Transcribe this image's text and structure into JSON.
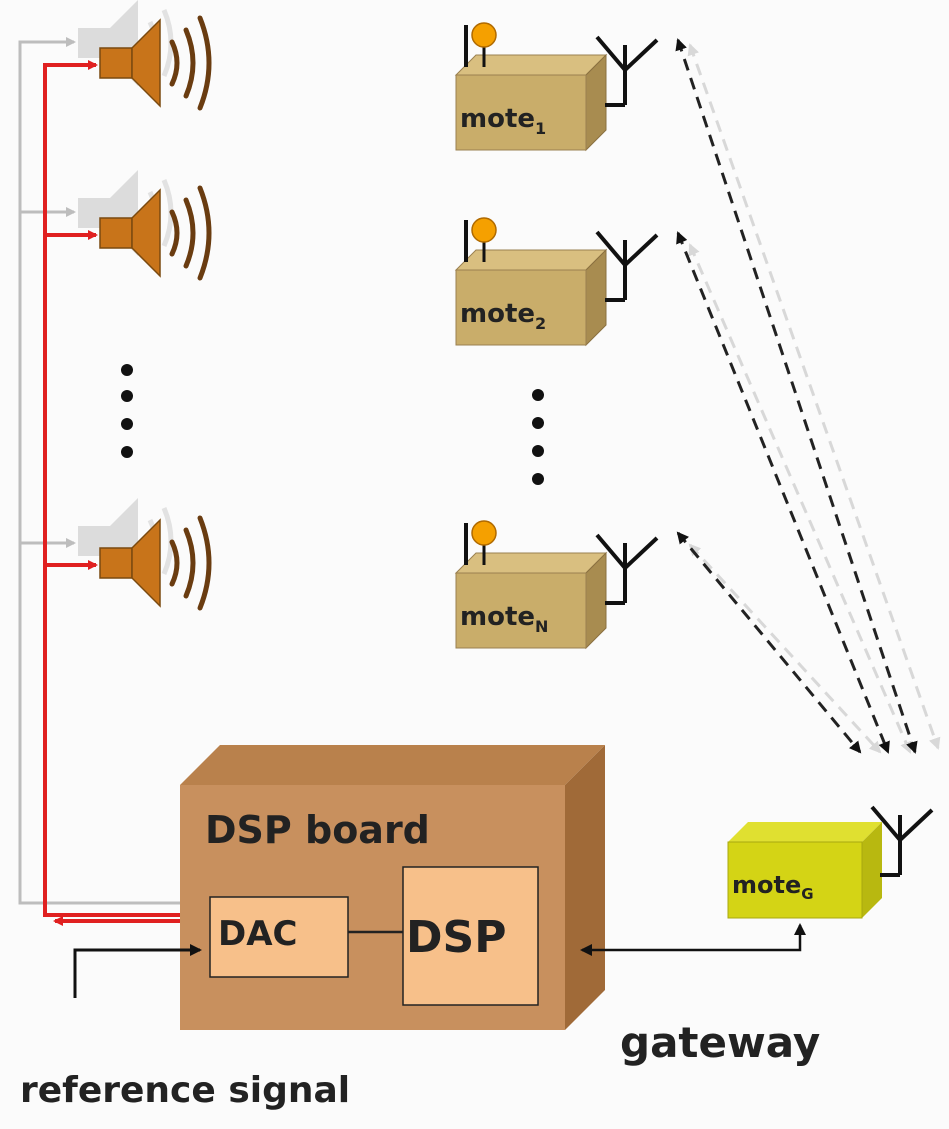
{
  "motes": [
    {
      "name": "mote",
      "subscript": "1"
    },
    {
      "name": "mote",
      "subscript": "2"
    },
    {
      "name": "mote",
      "subscript": "N"
    }
  ],
  "gateway_mote": {
    "name": "mote",
    "subscript": "G"
  },
  "dsp_board": {
    "title": "DSP board",
    "dac_label": "DAC",
    "dsp_label": "DSP"
  },
  "labels": {
    "gateway": "gateway",
    "reference_signal": "reference signal"
  },
  "colors": {
    "speaker": "#c8741a",
    "speaker_ghost": "#d9d9d9",
    "signal_line": "#e02020",
    "ghost_line": "#bdbdbd",
    "mote_box": "#c9ad6a",
    "gateway_box": "#d4d415",
    "board": "#c8905e",
    "chip": "#f7c08a",
    "led": "#f5a000"
  },
  "icons": [
    "speaker-icon",
    "antenna-icon",
    "led-icon"
  ]
}
